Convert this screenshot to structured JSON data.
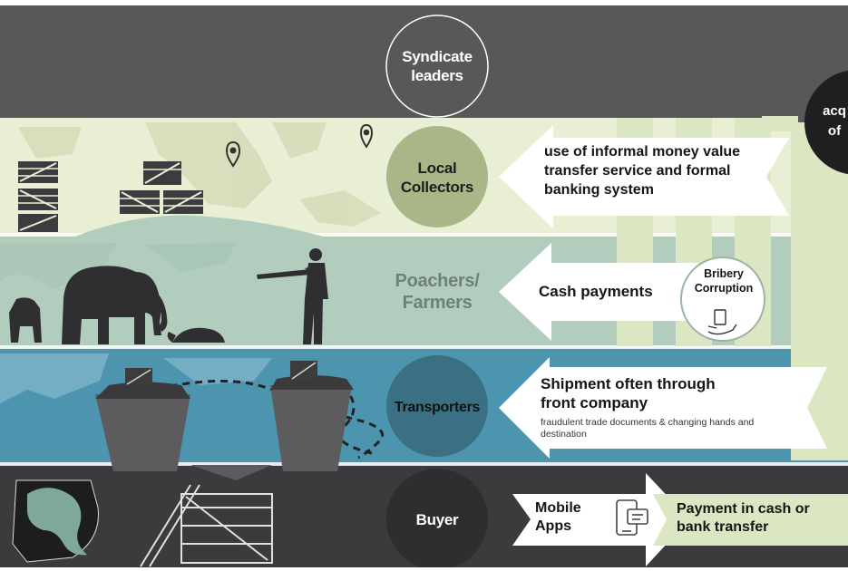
{
  "tiers": [
    {
      "id": "syndicate",
      "label": "Syndicate leaders",
      "band_color": "#58585a",
      "circle_color": "#58585a",
      "text_color": "#ffffff"
    },
    {
      "id": "collectors",
      "label": "Local Collectors",
      "band_color": "#e9efd4",
      "circle_color": "#a9b688",
      "text_color": "#1d1d1d"
    },
    {
      "id": "poachers",
      "label": "Poachers/ Farmers",
      "band_color": "#b2cdbd",
      "circle_color": "#b2cdbd",
      "text_color": "#6f8176"
    },
    {
      "id": "transporters",
      "label": "Transporters",
      "band_color": "#4d94af",
      "circle_color": "#3b6f84",
      "text_color": "#111111"
    },
    {
      "id": "buyer",
      "label": "Buyer",
      "band_color": "#3b3b3d",
      "circle_color": "#333335",
      "text_color": "#ffffff"
    }
  ],
  "flows": {
    "collectors_arrow": "use of informal money value transfer service and formal banking system",
    "poachers_arrow": "Cash payments",
    "bribery_badge": "Bribery Corruption",
    "transporters_arrow_title": "Shipment often through front company",
    "transporters_arrow_note": "fraudulent trade documents & changing hands and destination",
    "buyer_arrow": "Mobile Apps",
    "buyer_payment": "Payment in cash or bank transfer",
    "acquisition_partial": "acq of"
  },
  "icons": [
    "location-pin-icon",
    "crate-icon",
    "elephant-icon",
    "tiger-icon",
    "pangolin-icon",
    "hunter-icon",
    "ship-icon",
    "mobile-phone-icon",
    "hand-money-icon",
    "elephant-head-icon"
  ]
}
